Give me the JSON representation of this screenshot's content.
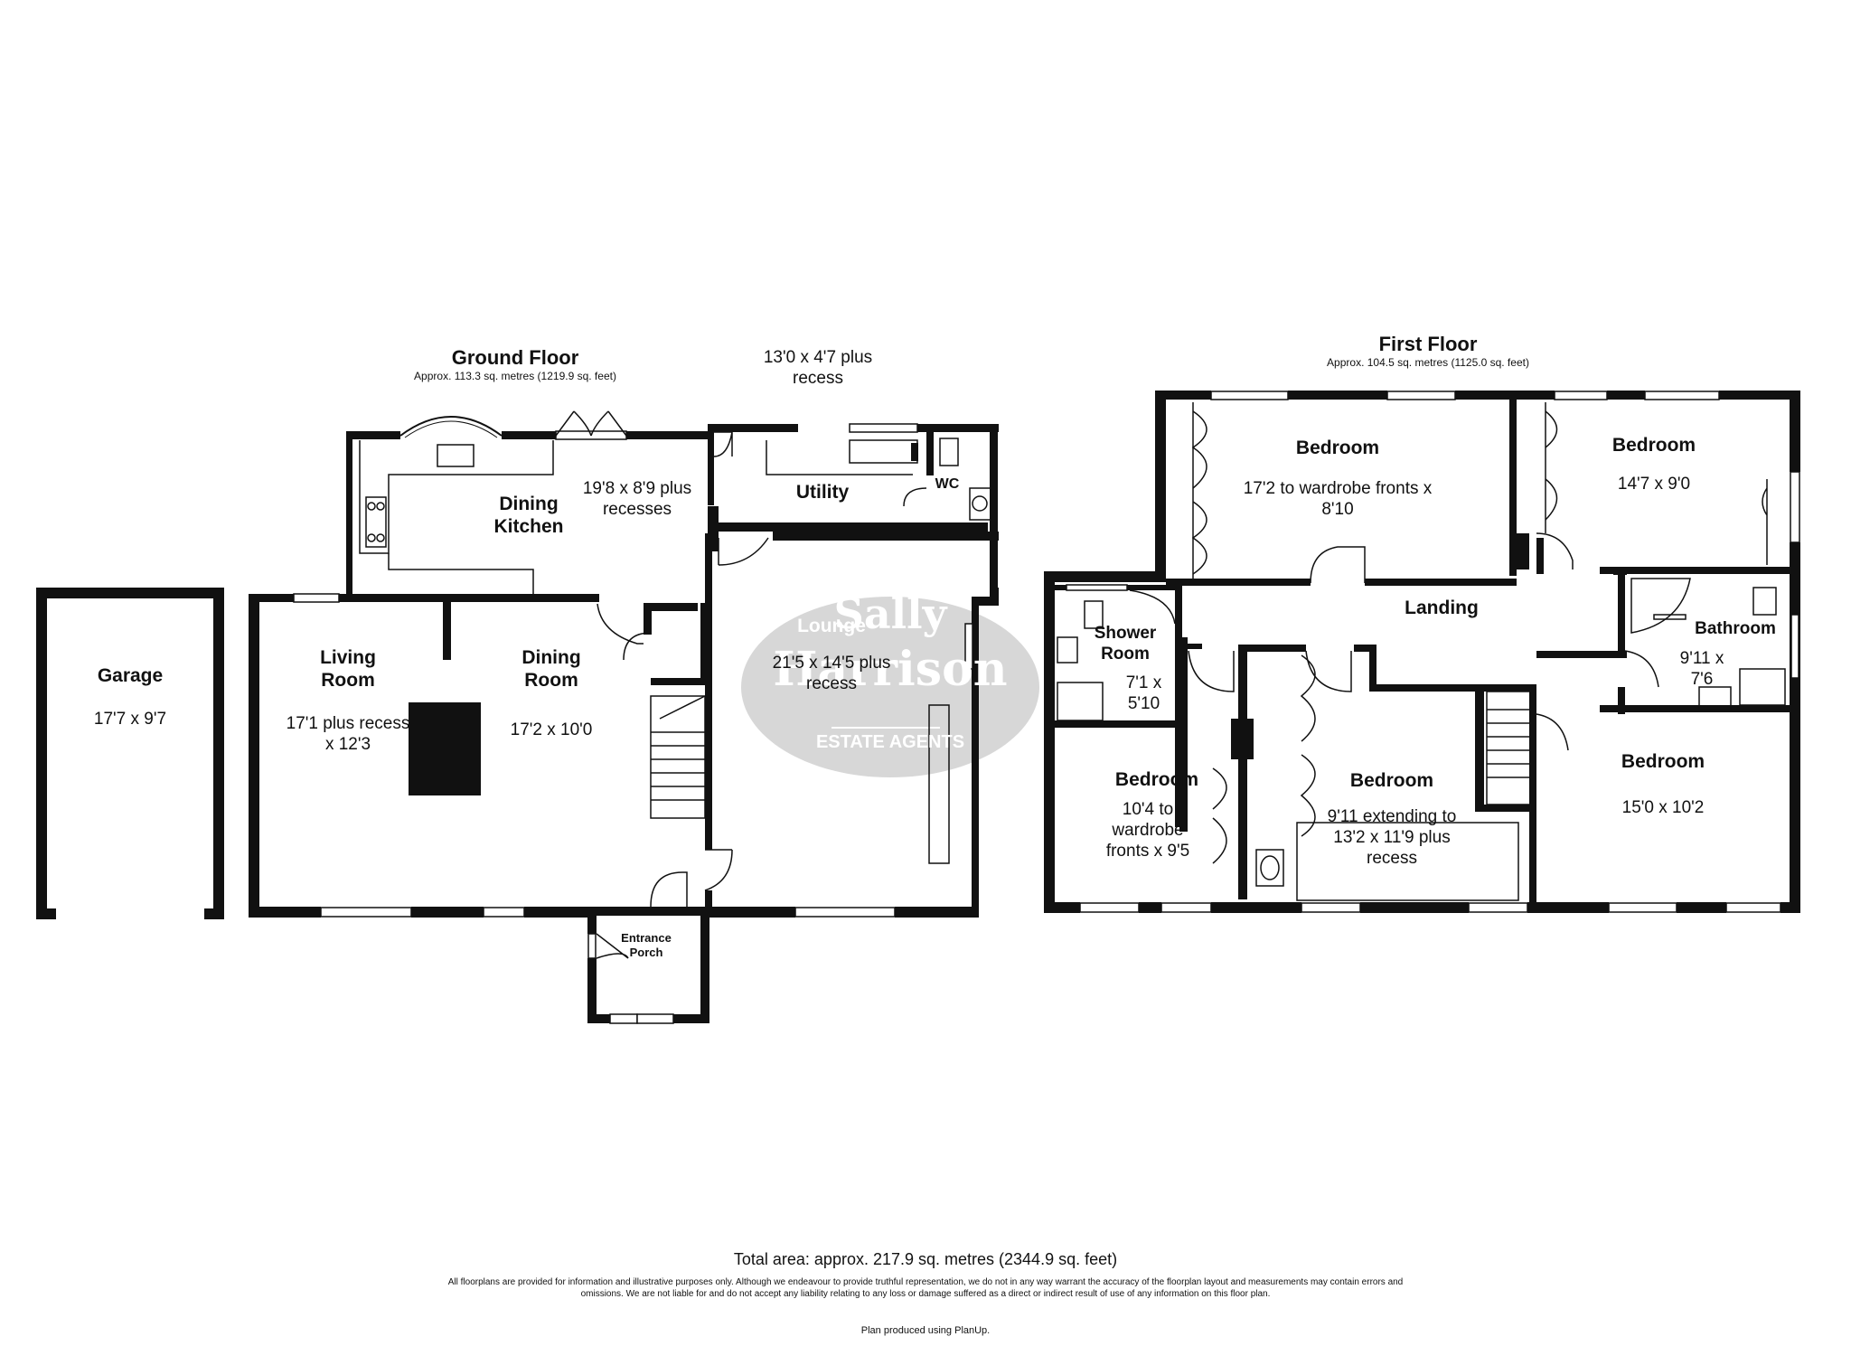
{
  "ground_floor": {
    "title": "Ground Floor",
    "area": "Approx. 113.3 sq. metres (1219.9 sq. feet)",
    "rooms": {
      "garage": {
        "name": "Garage",
        "dims": "17'7 x 9'7"
      },
      "dining_kitchen": {
        "name": "Dining Kitchen",
        "dims": "19'8 x 8'9 plus recesses"
      },
      "utility": {
        "name": "Utility",
        "dims": "13'0 x 4'7 plus recess"
      },
      "wc": {
        "name": "WC"
      },
      "living_room": {
        "name": "Living Room",
        "dims": "17'1 plus recess x 12'3"
      },
      "dining_room": {
        "name": "Dining Room",
        "dims": "17'2 x 10'0"
      },
      "lounge": {
        "name": "Lounge",
        "dims": "21'5 x 14'5 plus recess"
      },
      "entrance_porch": {
        "name": "Entrance Porch"
      }
    }
  },
  "first_floor": {
    "title": "First Floor",
    "area": "Approx. 104.5 sq. metres (1125.0 sq. feet)",
    "rooms": {
      "bedroom_1": {
        "name": "Bedroom",
        "dims": "17'2 to wardrobe fronts x 8'10"
      },
      "bedroom_2": {
        "name": "Bedroom",
        "dims": "14'7 x 9'0"
      },
      "shower_room": {
        "name": "Shower Room",
        "dims": "7'1 x 5'10"
      },
      "landing": {
        "name": "Landing"
      },
      "bathroom": {
        "name": "Bathroom",
        "dims": "9'11 x 7'6"
      },
      "bedroom_3": {
        "name": "Bedroom",
        "dims": "10'4 to wardrobe fronts x 9'5"
      },
      "bedroom_4": {
        "name": "Bedroom",
        "dims": "9'11 extending to 13'2 x 11'9 plus recess"
      },
      "bedroom_5": {
        "name": "Bedroom",
        "dims": "15'0 x 10'2"
      }
    }
  },
  "watermark": {
    "line1": "Sally",
    "line2": "Harrison",
    "line3": "ESTATE AGENTS"
  },
  "footer": {
    "total": "Total area: approx. 217.9 sq. metres (2344.9 sq. feet)",
    "disclaimer_1": "All floorplans are provided for information and illustrative purposes only. Although we endeavour to provide truthful representation, we do not in any way warrant the accuracy of the floorplan layout and measurements may contain errors and",
    "disclaimer_2": "omissions. We are not liable for and do not accept any liability relating to any loss or damage suffered as a direct or indirect result of use of any information on this floor plan.",
    "credit": "Plan produced using PlanUp."
  },
  "colors": {
    "wall": "#111111",
    "watermark": "#d7d7d7"
  }
}
